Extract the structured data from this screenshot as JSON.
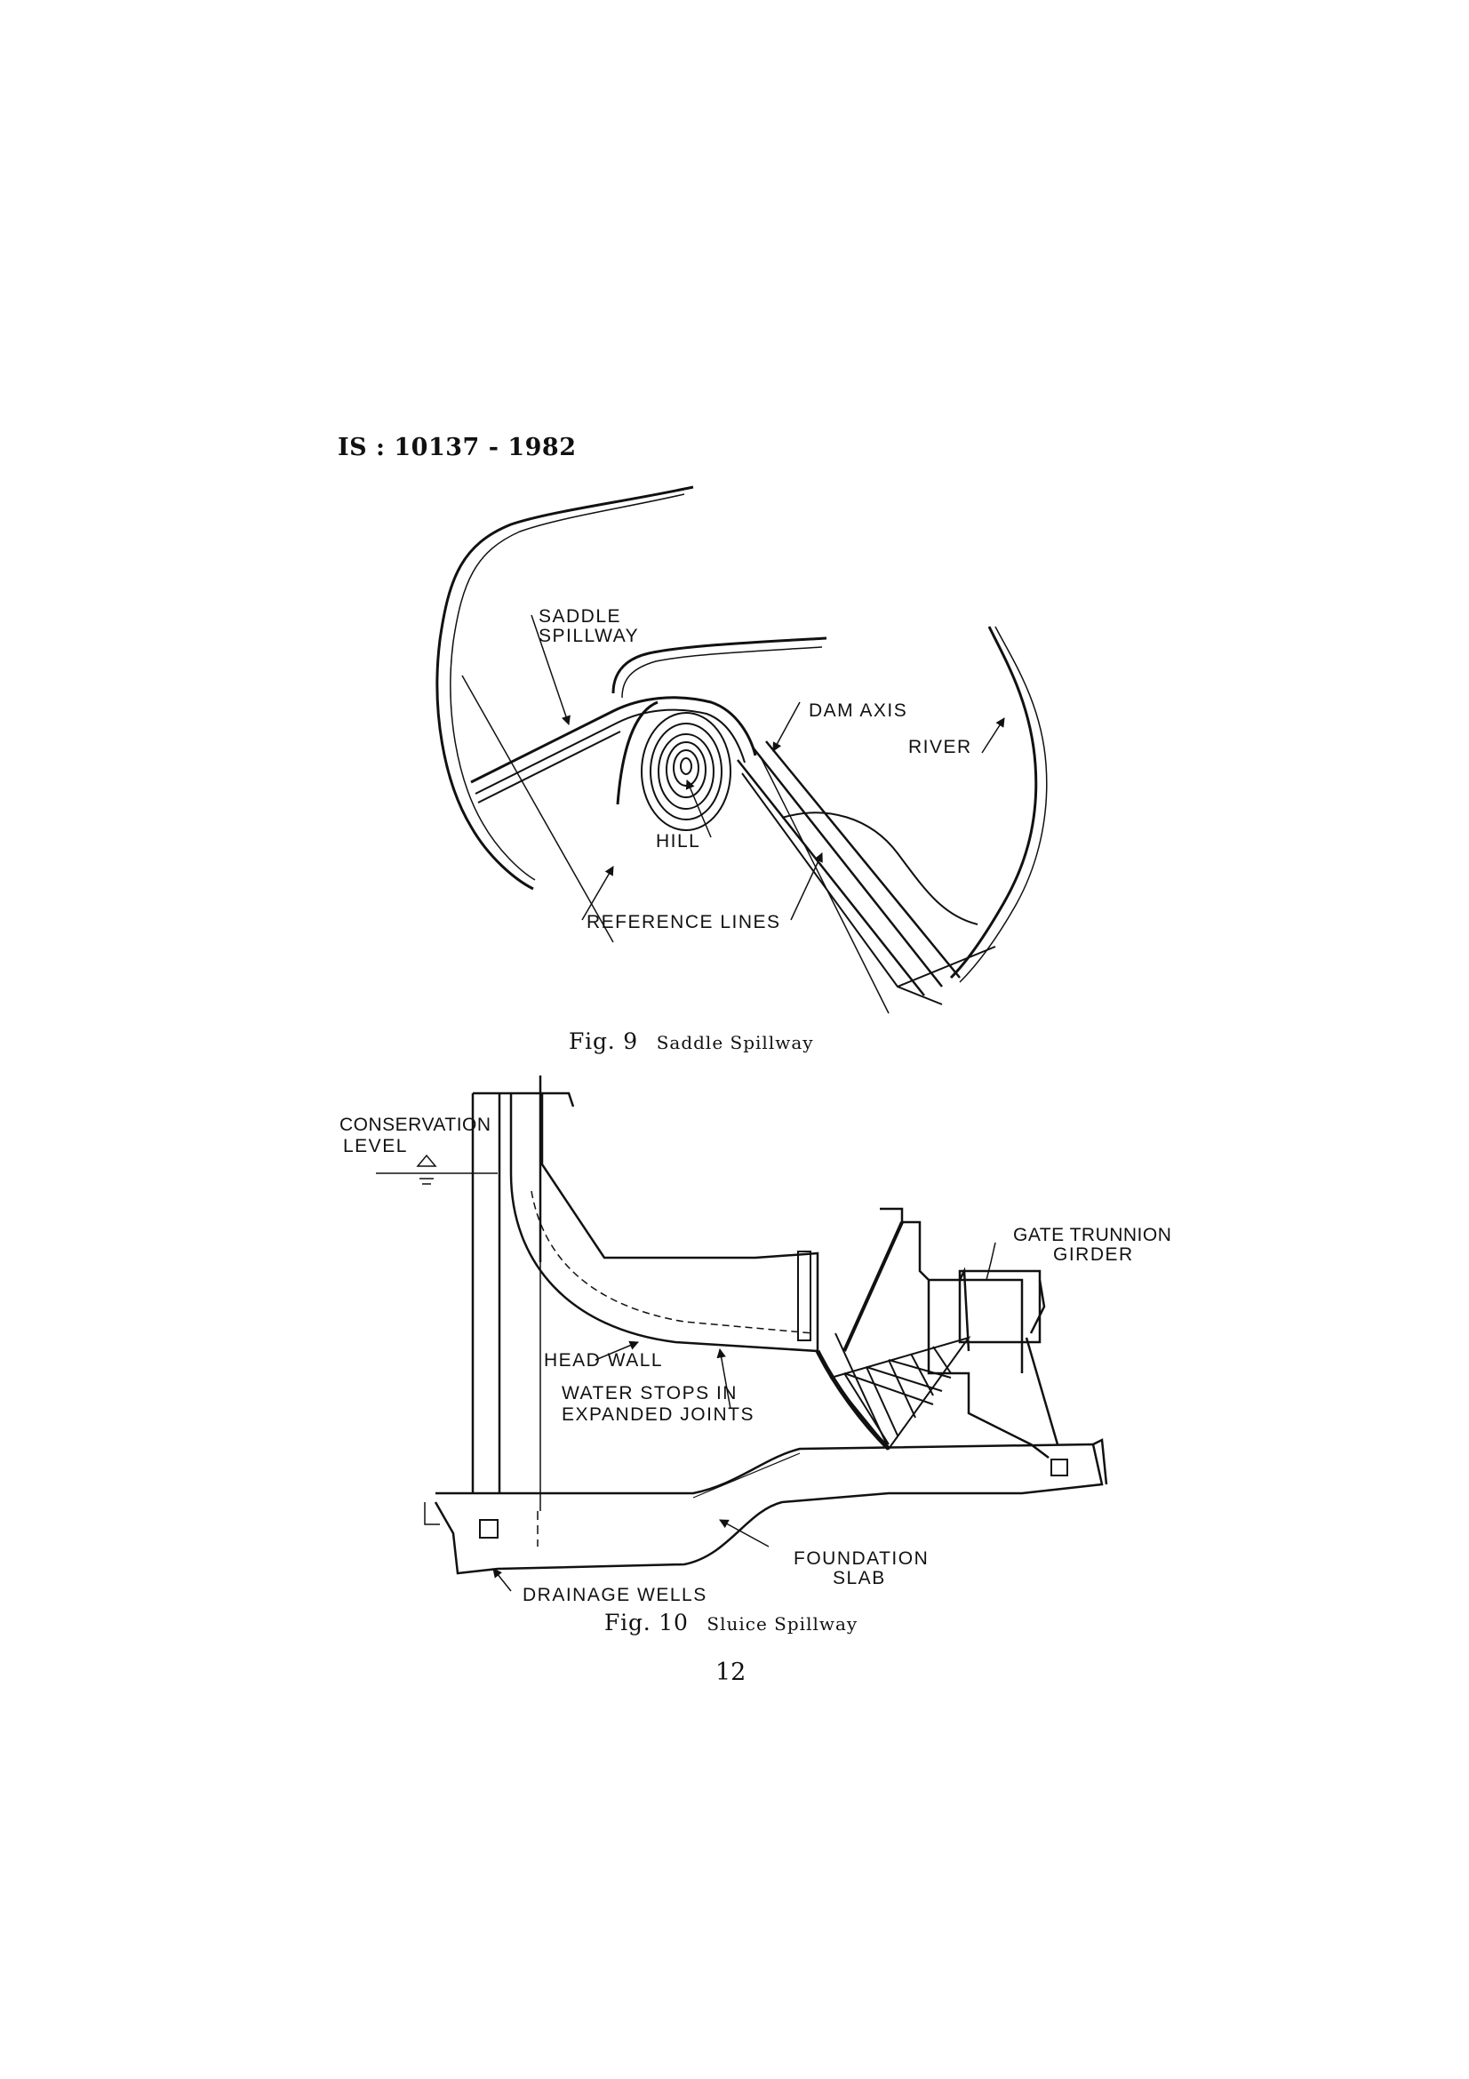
{
  "header": {
    "standard": "IS : 10137 - 1982"
  },
  "figure9": {
    "caption_prefix": "Fig. 9",
    "caption_title": "Saddle Spillway",
    "labels": {
      "saddle_line1": "SADDLE",
      "saddle_line2": "SPILLWAY",
      "dam_axis": "DAM AXIS",
      "river": "RIVER",
      "hill": "HILL",
      "reference_lines": "REFERENCE LINES"
    }
  },
  "figure10": {
    "caption_prefix": "Fig. 10",
    "caption_title": "Sluice Spillway",
    "labels": {
      "conservation_line1": "CONSERVATION",
      "conservation_line2": "LEVEL",
      "gate_line1": "GATE TRUNNION",
      "gate_line2": "GIRDER",
      "head_wall": "HEAD WALL",
      "water_stops_line1": "WATER STOPS IN",
      "water_stops_line2": "EXPANDED JOINTS",
      "foundation_line1": "FOUNDATION",
      "foundation_line2": "SLAB",
      "drainage_wells": "DRAINAGE WELLS"
    }
  },
  "footer": {
    "page_number": "12"
  }
}
